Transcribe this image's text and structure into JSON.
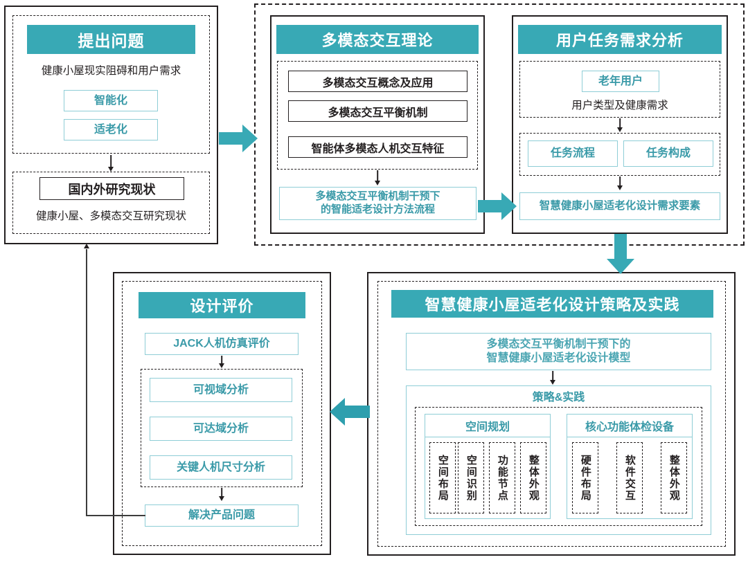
{
  "theme": {
    "teal_fill": "#38a9b5",
    "teal_text": "#3a9aa8",
    "teal_border": "#8ecdd6",
    "ink": "#231f20",
    "background": "#ffffff"
  },
  "diagram": {
    "type": "flowchart",
    "title_banners": [
      "提出问题",
      "多模态交互理论",
      "用户任务需求分析",
      "设计评价",
      "智慧健康小屋适老化设计策略及实践"
    ],
    "stage1": {
      "banner": "提出问题",
      "caption": "健康小屋现实阻碍和用户需求",
      "chips": [
        "智能化",
        "适老化"
      ],
      "status_box": "国内外研究现状",
      "status_caption": "健康小屋、多模态交互研究现状"
    },
    "stage2": {
      "banner": "多模态交互理论",
      "items": [
        "多模态交互概念及应用",
        "多模态交互平衡机制",
        "智能体多模态人机交互特征"
      ],
      "outcome": "多模态交互平衡机制干预下\n的智能适老设计方法流程",
      "outcome_line1": "多模态交互平衡机制干预下",
      "outcome_line2": "的智能适老设计方法流程"
    },
    "stage3": {
      "banner": "用户任务需求分析",
      "user_chip": "老年用户",
      "user_caption": "用户类型及健康需求",
      "task_chips": [
        "任务流程",
        "任务构成"
      ],
      "outcome": "智慧健康小屋适老化设计需求要素"
    },
    "stage4": {
      "banner": "设计评价",
      "top_item": "JACK人机仿真评价",
      "analyses": [
        "可视域分析",
        "可达域分析",
        "关键人机尺寸分析"
      ],
      "result": "解决产品问题"
    },
    "stage5": {
      "banner": "智慧健康小屋适老化设计策略及实践",
      "model_line1": "多模态交互平衡机制干预下的",
      "model_line2": "智慧健康小屋适老化设计模型",
      "practice_heading": "策略&实践",
      "groups": [
        {
          "heading": "空间规划",
          "items": [
            "空间布局",
            "空间识别",
            "功能节点",
            "整体外观"
          ]
        },
        {
          "heading": "核心功能体检设备",
          "items": [
            "硬件布局",
            "软件交互",
            "整体外观"
          ]
        }
      ]
    },
    "connectors": [
      {
        "name": "stage1-to-stage2",
        "kind": "block-arrow-right"
      },
      {
        "name": "stage2-to-stage3",
        "kind": "block-arrow-right"
      },
      {
        "name": "stage3-to-stage5",
        "kind": "block-arrow-down"
      },
      {
        "name": "stage5-to-stage4",
        "kind": "block-arrow-left"
      },
      {
        "name": "stage4-feedback-to-stage1",
        "kind": "thin-line-up"
      }
    ]
  }
}
